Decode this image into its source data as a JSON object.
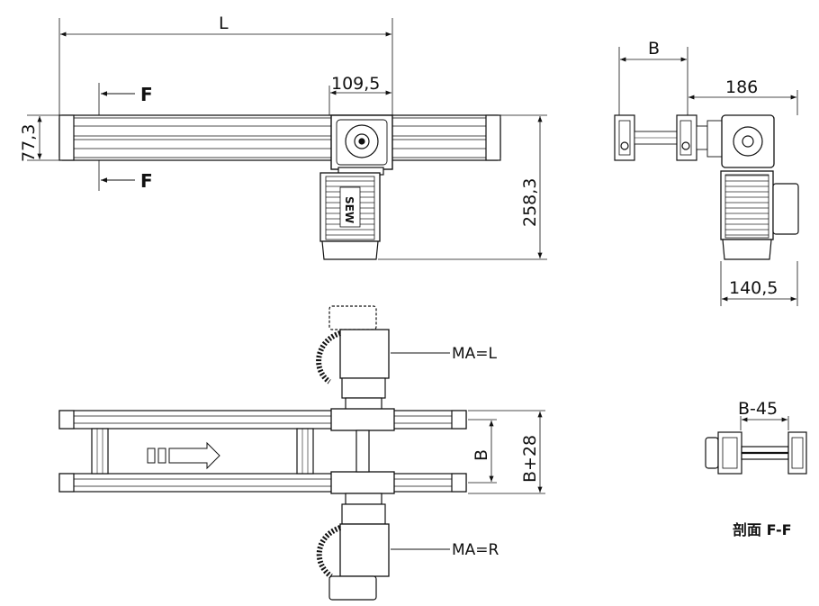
{
  "dimensions": {
    "length": "L",
    "gear_offset": "109,5",
    "rail_height": "77,3",
    "total_height": "258,3",
    "width": "B",
    "side_width": "186",
    "motor_width": "140,5",
    "outer_width": "B+28",
    "section_width": "B-45"
  },
  "section_marker": "F",
  "section_label": "剖面 F-F",
  "mounting": {
    "left": "MA=L",
    "right": "MA=R"
  },
  "motor_brand": "SEW"
}
